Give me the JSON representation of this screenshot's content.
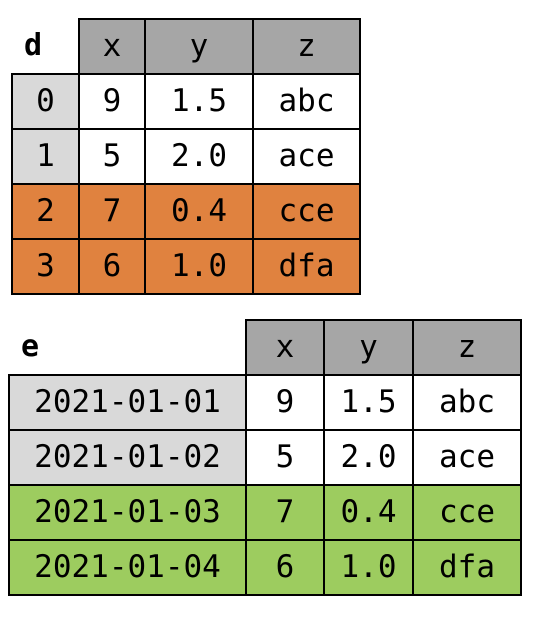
{
  "tables": [
    {
      "name": "d",
      "columns": [
        "x",
        "y",
        "z"
      ],
      "highlight": "#e0823f",
      "rows": [
        {
          "index": "0",
          "values": [
            "9",
            "1.5",
            "abc"
          ],
          "highlighted": false
        },
        {
          "index": "1",
          "values": [
            "5",
            "2.0",
            "ace"
          ],
          "highlighted": false
        },
        {
          "index": "2",
          "values": [
            "7",
            "0.4",
            "cce"
          ],
          "highlighted": true
        },
        {
          "index": "3",
          "values": [
            "6",
            "1.0",
            "dfa"
          ],
          "highlighted": true
        }
      ]
    },
    {
      "name": "e",
      "columns": [
        "x",
        "y",
        "z"
      ],
      "highlight": "#9dcc5f",
      "rows": [
        {
          "index": "2021-01-01",
          "values": [
            "9",
            "1.5",
            "abc"
          ],
          "highlighted": false
        },
        {
          "index": "2021-01-02",
          "values": [
            "5",
            "2.0",
            "ace"
          ],
          "highlighted": false
        },
        {
          "index": "2021-01-03",
          "values": [
            "7",
            "0.4",
            "cce"
          ],
          "highlighted": true
        },
        {
          "index": "2021-01-04",
          "values": [
            "6",
            "1.0",
            "dfa"
          ],
          "highlighted": true
        }
      ]
    }
  ]
}
